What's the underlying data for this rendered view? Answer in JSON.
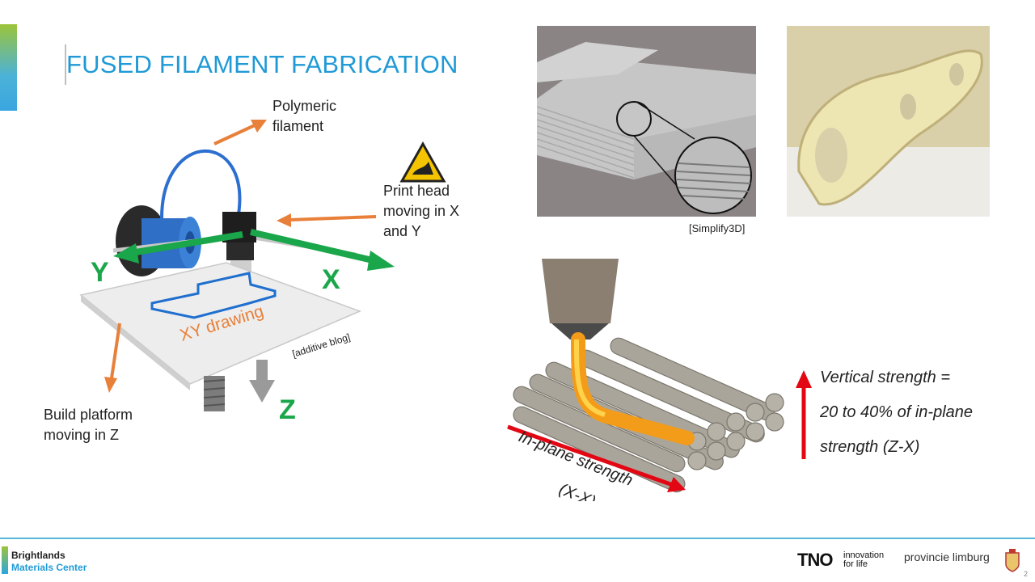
{
  "slide": {
    "title": "FUSED FILAMENT FABRICATION",
    "page_number": "2"
  },
  "printer": {
    "filament_label_1": "Polymeric",
    "filament_label_2": "filament",
    "head_label_1": "Print head",
    "head_label_2": "moving in X",
    "head_label_3": "and Y",
    "platform_label_1": "Build platform",
    "platform_label_2": "moving in Z",
    "axis_x": "X",
    "axis_y": "Y",
    "axis_z": "Z",
    "drawing_label": "XY drawing",
    "source": "[additive blog]"
  },
  "photos": {
    "source": "[Simplify3D]"
  },
  "strength": {
    "vertical_1": "Vertical strength =",
    "vertical_2": "20 to 40% of in-plane",
    "vertical_3": "strength (Z-X)",
    "inplane_1": "In-plane strength",
    "inplane_2": "(X-X)"
  },
  "footer": {
    "brand_1": "Brightlands",
    "brand_2": "Materials Center",
    "tno": "TNO",
    "tno_tagline_1": "innovation",
    "tno_tagline_2": "for life",
    "province": "provincie limburg"
  },
  "colors": {
    "title": "#1f9ad6",
    "arrow_orange": "#e8803a",
    "axis_green": "#1aa64a",
    "strength_red": "#e30613"
  }
}
